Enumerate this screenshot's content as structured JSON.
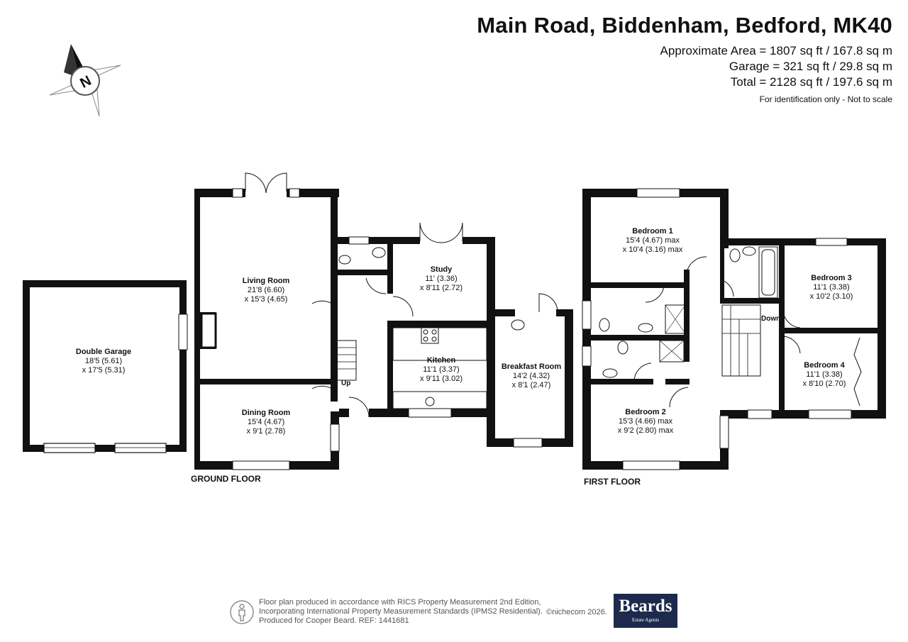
{
  "header": {
    "title": "Main Road, Biddenham, Bedford, MK40",
    "area": "Approximate Area = 1807 sq ft / 167.8 sq m",
    "garage": "Garage = 321 sq ft / 29.8 sq m",
    "total": "Total = 2128 sq ft / 197.6 sq m",
    "disclaimer": "For identification only - Not to scale"
  },
  "compass": {
    "letter": "N"
  },
  "ground_floor": {
    "label": "GROUND FLOOR",
    "stairs": "Up",
    "rooms": [
      {
        "name": "Double Garage",
        "dim1": "18'5 (5.61)",
        "dim2": "x 17'5 (5.31)"
      },
      {
        "name": "Living Room",
        "dim1": "21'8 (6.60)",
        "dim2": "x 15'3 (4.65)"
      },
      {
        "name": "Dining Room",
        "dim1": "15'4 (4.67)",
        "dim2": "x 9'1 (2.78)"
      },
      {
        "name": "Study",
        "dim1": "11' (3.36)",
        "dim2": "x 8'11 (2.72)"
      },
      {
        "name": "Kitchen",
        "dim1": "11'1 (3.37)",
        "dim2": "x 9'11 (3.02)"
      },
      {
        "name": "Breakfast Room",
        "dim1": "14'2 (4.32)",
        "dim2": "x 8'1 (2.47)"
      }
    ]
  },
  "first_floor": {
    "label": "FIRST FLOOR",
    "stairs": "Down",
    "rooms": [
      {
        "name": "Bedroom 1",
        "dim1": "15'4 (4.67) max",
        "dim2": "x 10'4 (3.16) max"
      },
      {
        "name": "Bedroom 2",
        "dim1": "15'3 (4.66) max",
        "dim2": "x 9'2 (2.80) max"
      },
      {
        "name": "Bedroom 3",
        "dim1": "11'1 (3.38)",
        "dim2": "x 10'2 (3.10)"
      },
      {
        "name": "Bedroom 4",
        "dim1": "11'1 (3.38)",
        "dim2": "x 8'10 (2.70)"
      }
    ]
  },
  "footer": {
    "line1": "Floor plan produced in accordance with RICS Property Measurement 2nd Edition,",
    "line2": "Incorporating International Property Measurement Standards (IPMS2 Residential).",
    "line3": "Produced for Cooper Beard.   REF:  1441681",
    "copyright": "©nichecom 2026.",
    "brand_name": "Beards",
    "brand_sub": "Estate Agents"
  }
}
